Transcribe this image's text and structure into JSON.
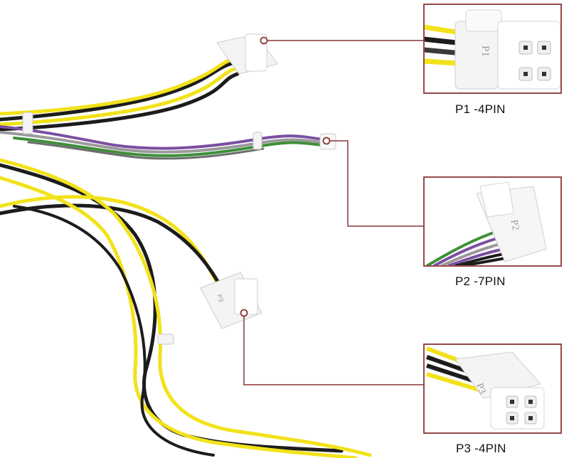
{
  "captions": {
    "p1": "P1 -4PIN",
    "p2": "P2 -7PIN",
    "p3": "P3 -4PIN"
  },
  "connector_marks": {
    "p1": "P1",
    "p2": "P2",
    "p3": "P3"
  },
  "colors": {
    "wire_yellow": "#f2e21a",
    "wire_black": "#1c1c1c",
    "wire_purple": "#7a4fa0",
    "wire_green": "#3f8f3a",
    "wire_gray": "#9a9a9a",
    "callout_frame": "#8a3535",
    "connector_white": "#f4f4f4"
  }
}
